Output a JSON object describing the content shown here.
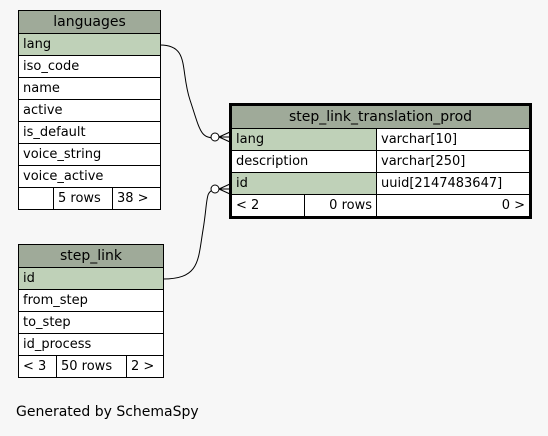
{
  "languages": {
    "title": "languages",
    "columns": [
      "lang",
      "iso_code",
      "name",
      "active",
      "is_default",
      "voice_string",
      "voice_active"
    ],
    "footer": {
      "parents": "",
      "rows": "5 rows",
      "children": "38 >"
    }
  },
  "step_link": {
    "title": "step_link",
    "columns": [
      "id",
      "from_step",
      "to_step",
      "id_process"
    ],
    "footer": {
      "parents": "< 3",
      "rows": "50 rows",
      "children": "2 >"
    }
  },
  "step_link_translation_prod": {
    "title": "step_link_translation_prod",
    "columns": [
      {
        "name": "lang",
        "type": "varchar[10]"
      },
      {
        "name": "description",
        "type": "varchar[250]"
      },
      {
        "name": "id",
        "type": "uuid[2147483647]"
      }
    ],
    "footer": {
      "parents": "< 2",
      "rows": "0 rows",
      "children": "0 >"
    }
  },
  "caption": "Generated by SchemaSpy"
}
